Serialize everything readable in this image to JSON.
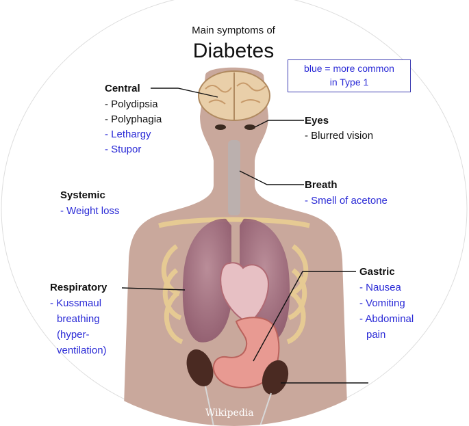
{
  "title": {
    "line1": "Main symptoms of",
    "line2": "Diabetes"
  },
  "legend": {
    "line1": "blue = more common",
    "line2": "in Type 1",
    "color": "#2a2ad6"
  },
  "colors": {
    "common": "#111111",
    "type1": "#2a2ad6",
    "skin": "#c9a89c"
  },
  "groups": {
    "central": {
      "header": "Central",
      "items": [
        "- Polydipsia",
        "- Polyphagia",
        "- Lethargy",
        "- Stupor"
      ]
    },
    "eyes": {
      "header": "Eyes",
      "items": [
        "- Blurred vision"
      ]
    },
    "breath": {
      "header": "Breath",
      "items": [
        "- Smell of acetone"
      ]
    },
    "systemic": {
      "header": "Systemic",
      "items": [
        "- Weight loss"
      ]
    },
    "respiratory": {
      "header": "Respiratory",
      "items": [
        "- Kussmaul",
        "breathing",
        "(hyper-",
        "ventilation)"
      ]
    },
    "gastric": {
      "header": "Gastric",
      "items": [
        "- Nausea",
        "- Vomiting",
        "- Abdominal",
        "pain"
      ]
    }
  },
  "credit": "Wikipedia"
}
